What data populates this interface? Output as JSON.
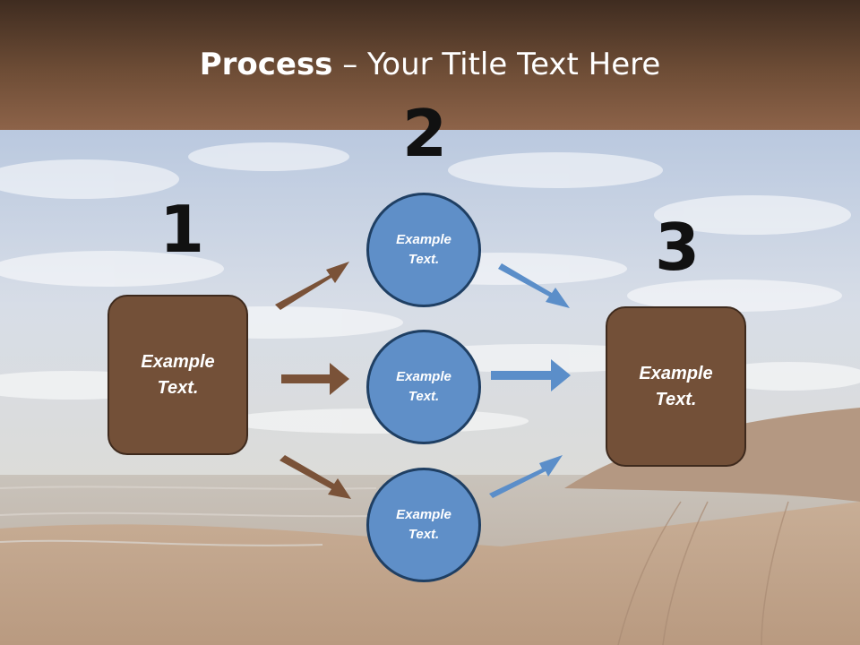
{
  "title": {
    "bold": "Process",
    "rest": " – Your Title Text Here"
  },
  "steps": {
    "one": "1",
    "two": "2",
    "three": "3"
  },
  "left_box": {
    "line1": "Example",
    "line2": "Text."
  },
  "circles": [
    {
      "line1": "Example",
      "line2": "Text."
    },
    {
      "line1": "Example",
      "line2": "Text."
    },
    {
      "line1": "Example",
      "line2": "Text."
    }
  ],
  "right_box": {
    "line1": "Example",
    "line2": "Text."
  },
  "colors": {
    "brown_arrow": "#7a5238",
    "blue_arrow": "#5b8ec9",
    "box_fill": "#735038",
    "circle_fill": "#5f8fc8"
  }
}
